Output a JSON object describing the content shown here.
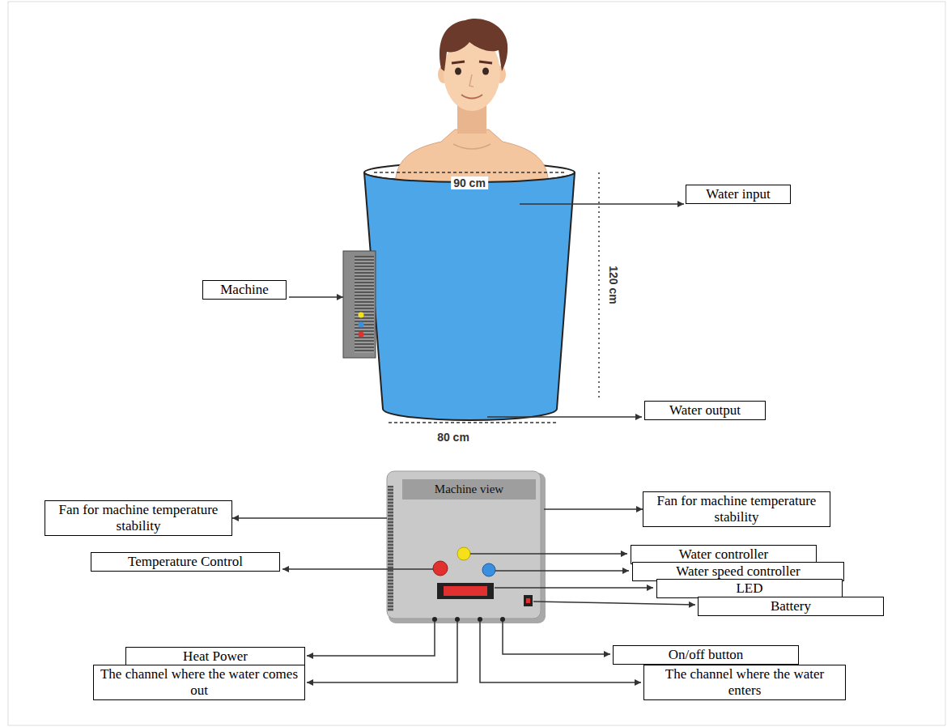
{
  "diagram": {
    "nodes": [
      {
        "text": [
          "Water input"
        ]
      },
      {
        "text": [
          "Machine"
        ]
      },
      {
        "text": [
          "Water output"
        ]
      },
      {
        "text": [
          "Machine view"
        ]
      },
      {
        "text": [
          "Fan for machine temperature stability"
        ]
      },
      {
        "text": [
          "Fan for machine temperature stability"
        ]
      },
      {
        "text": [
          "Water controller"
        ]
      },
      {
        "text": [
          "Temperature Control"
        ]
      },
      {
        "text": [
          "Water speed controller"
        ]
      },
      {
        "text": [
          "LED"
        ]
      },
      {
        "text": [
          "Battery"
        ]
      },
      {
        "text": [
          "Heat Power"
        ]
      },
      {
        "text": [
          "On/off button"
        ]
      },
      {
        "text": [
          "The channel where the water comes out"
        ]
      },
      {
        "text": [
          "The channel where the water enters"
        ]
      }
    ],
    "edges": [
      {
        "from": 3,
        "to": 4,
        "arrow": "to"
      },
      {
        "from": 3,
        "to": 5,
        "arrow": "to"
      }
    ],
    "labels": [
      "90 cm",
      "120 cm",
      "80 cm"
    ]
  }
}
